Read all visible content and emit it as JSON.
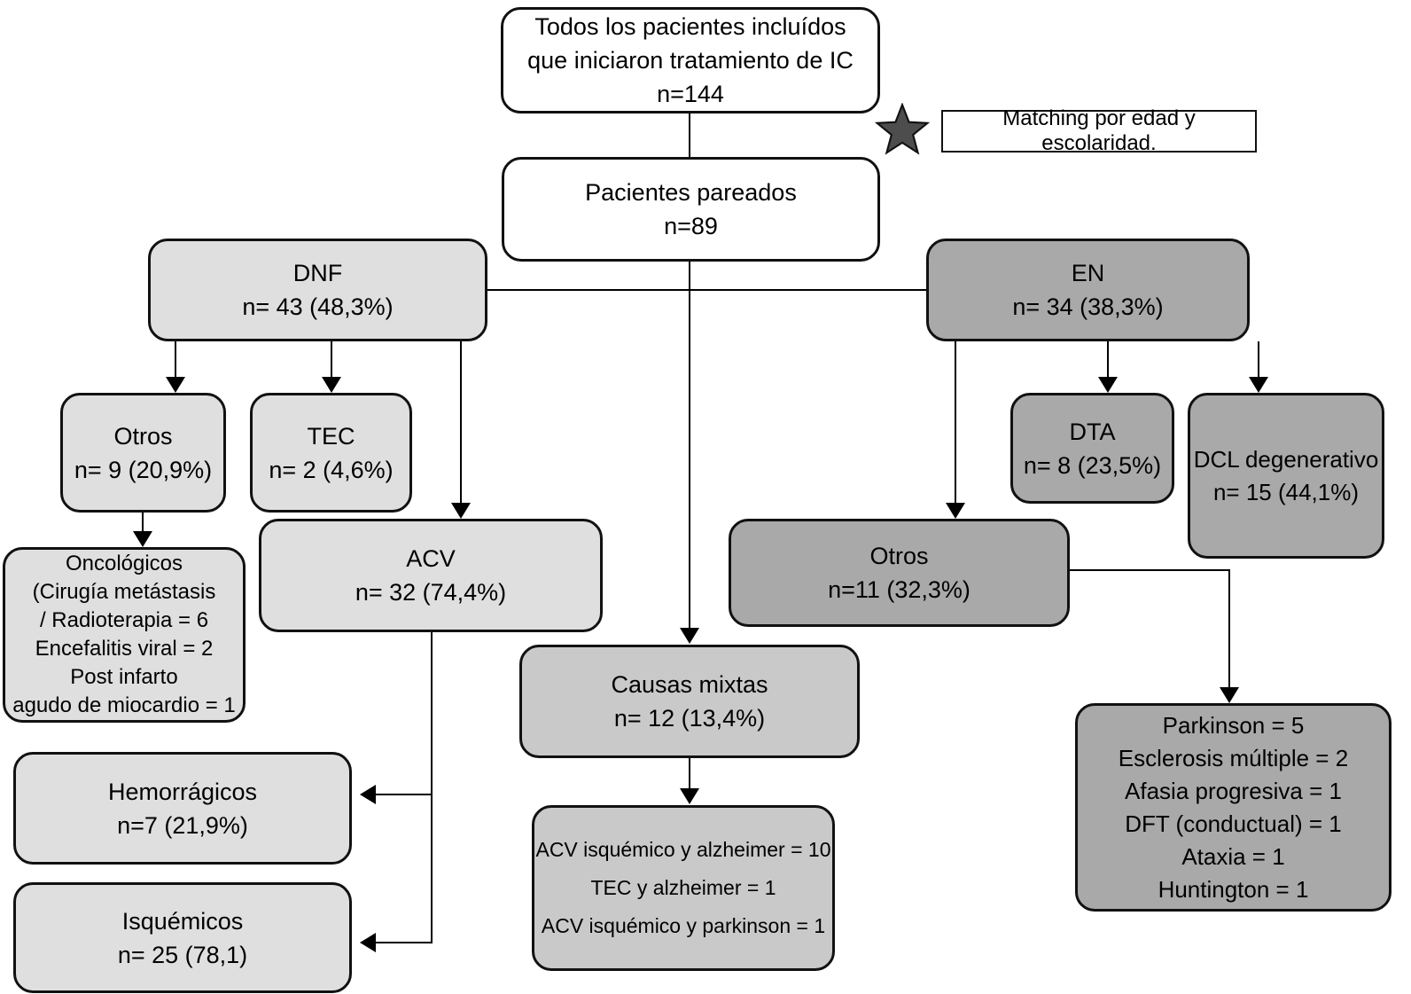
{
  "annotation": {
    "star_icon": "star",
    "label": "Matching por edad y escolaridad."
  },
  "colors": {
    "box_light": "#dfdfdf",
    "box_medium": "#c9c9c9",
    "box_dark": "#a9a9a9",
    "box_white": "#ffffff",
    "line": "#000000",
    "star_fill": "#4d4d4d"
  },
  "nodes": {
    "total": {
      "lines": [
        "Todos los pacientes incluídos",
        "que iniciaron tratamiento de IC",
        "n=144"
      ]
    },
    "pareados": {
      "lines": [
        "Pacientes pareados",
        "n=89"
      ]
    },
    "dnf": {
      "lines": [
        "DNF",
        "n= 43 (48,3%)"
      ]
    },
    "en": {
      "lines": [
        "EN",
        "n= 34 (38,3%)"
      ]
    },
    "otros_dnf": {
      "lines": [
        "Otros",
        "n= 9 (20,9%)"
      ]
    },
    "tec": {
      "lines": [
        "TEC",
        "n= 2 (4,6%)"
      ]
    },
    "dta": {
      "lines": [
        "DTA",
        "n= 8 (23,5%)"
      ]
    },
    "dcl": {
      "lines": [
        "DCL degenerativo",
        "n= 15 (44,1%)"
      ]
    },
    "oncologicos": {
      "lines": [
        "Oncológicos",
        "(Cirugía metástasis",
        "/ Radioterapia = 6",
        "Encefalitis viral = 2",
        "Post infarto",
        "agudo de miocardio = 1"
      ]
    },
    "acv": {
      "lines": [
        "ACV",
        "n= 32 (74,4%)"
      ]
    },
    "otros_en": {
      "lines": [
        "Otros",
        "n=11 (32,3%)"
      ]
    },
    "causas_mixtas": {
      "lines": [
        "Causas mixtas",
        "n= 12 (13,4%)"
      ]
    },
    "hemorragicos": {
      "lines": [
        "Hemorrágicos",
        "n=7 (21,9%)"
      ]
    },
    "isquemicos": {
      "lines": [
        "Isquémicos",
        "n= 25 (78,1)"
      ]
    },
    "mixtas_detalle": {
      "lines": [
        "ACV isquémico y alzheimer = 10",
        "TEC y alzheimer = 1",
        "ACV isquémico y parkinson = 1"
      ]
    },
    "en_otros_detalle": {
      "lines": [
        "Parkinson = 5",
        "Esclerosis múltiple = 2",
        "Afasia progresiva = 1",
        "DFT (conductual) = 1",
        "Ataxia = 1",
        "Huntington = 1"
      ]
    }
  }
}
